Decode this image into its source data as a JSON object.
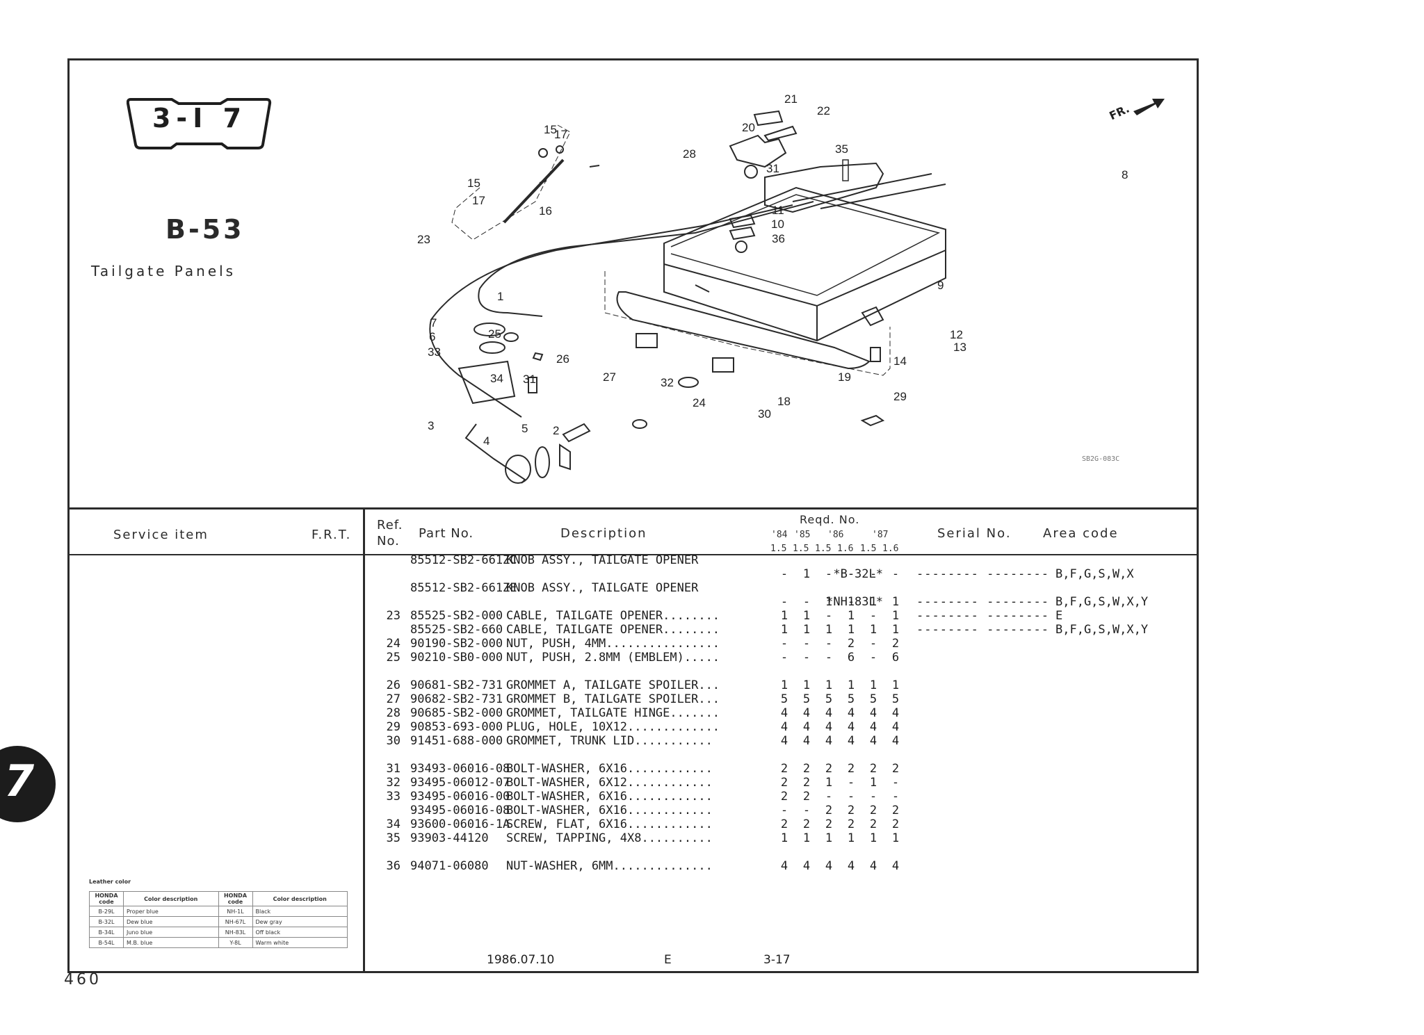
{
  "header": {
    "section_badge": "3-I 7",
    "group_code": "B-53",
    "group_title": "Tailgate Panels",
    "diagram_code": "SB2G-083C",
    "direction_label": "FR."
  },
  "diagram": {
    "callouts": [
      "1",
      "2",
      "3",
      "4",
      "5",
      "6",
      "7",
      "8",
      "9",
      "10",
      "11",
      "12",
      "13",
      "14",
      "15",
      "15",
      "16",
      "17",
      "17",
      "18",
      "19",
      "20",
      "21",
      "22",
      "23",
      "24",
      "25",
      "26",
      "27",
      "28",
      "29",
      "30",
      "31",
      "31",
      "32",
      "33",
      "34",
      "35",
      "36"
    ]
  },
  "table_header": {
    "service_item": "Service  item",
    "frt": "F.R.T.",
    "ref_no_1": "Ref.",
    "ref_no_2": "No.",
    "part_no": "Part No.",
    "description": "Description",
    "reqd_no": "Reqd. No.",
    "years": [
      "'84",
      "'85",
      "'86",
      "'87"
    ],
    "engines": [
      "1.5",
      "1.5",
      "1.5",
      "1.6",
      "1.5",
      "1.6"
    ],
    "serial_no": "Serial No.",
    "area_code": "Area code"
  },
  "rows": [
    {
      "ref": "",
      "part": "85512-SB2-661ZC",
      "desc": "KNOB ASSY., TAILGATE OPENER",
      "suffix": "",
      "qty": [
        "",
        "",
        "",
        "",
        "",
        ""
      ],
      "serial": "",
      "area": ""
    },
    {
      "ref": "",
      "part": "",
      "desc": "",
      "suffix": "*B-32L*",
      "qty": [
        "-",
        "1",
        "-",
        "-",
        "-",
        "-"
      ],
      "serial": "-------- --------",
      "area": "B,F,G,S,W,X"
    },
    {
      "ref": "",
      "part": "85512-SB2-661ZE",
      "desc": "KNOB ASSY., TAILGATE OPENER",
      "suffix": "",
      "qty": [
        "",
        "",
        "",
        "",
        "",
        ""
      ],
      "serial": "",
      "area": ""
    },
    {
      "ref": "",
      "part": "",
      "desc": "",
      "suffix": "*NH-83L*",
      "qty": [
        "-",
        "-",
        "1",
        "1",
        "1",
        "1"
      ],
      "serial": "-------- --------",
      "area": "B,F,G,S,W,X,Y"
    },
    {
      "ref": "23",
      "part": "85525-SB2-000",
      "desc": "CABLE, TAILGATE OPENER........",
      "suffix": "",
      "qty": [
        "1",
        "1",
        "-",
        "1",
        "-",
        "1"
      ],
      "serial": "-------- --------",
      "area": "E"
    },
    {
      "ref": "",
      "part": "85525-SB2-660",
      "desc": "CABLE, TAILGATE OPENER........",
      "suffix": "",
      "qty": [
        "1",
        "1",
        "1",
        "1",
        "1",
        "1"
      ],
      "serial": "-------- --------",
      "area": "B,F,G,S,W,X,Y"
    },
    {
      "ref": "24",
      "part": "90190-SB2-000",
      "desc": "NUT, PUSH, 4MM................",
      "suffix": "",
      "qty": [
        "-",
        "-",
        "-",
        "2",
        "-",
        "2"
      ],
      "serial": "",
      "area": ""
    },
    {
      "ref": "25",
      "part": "90210-SB0-000",
      "desc": "NUT, PUSH, 2.8MM (EMBLEM).....",
      "suffix": "",
      "qty": [
        "-",
        "-",
        "-",
        "6",
        "-",
        "6"
      ],
      "serial": "",
      "area": ""
    },
    {
      "ref": "26",
      "part": "90681-SB2-731",
      "desc": "GROMMET A, TAILGATE SPOILER...",
      "suffix": "",
      "qty": [
        "1",
        "1",
        "1",
        "1",
        "1",
        "1"
      ],
      "serial": "",
      "area": ""
    },
    {
      "ref": "27",
      "part": "90682-SB2-731",
      "desc": "GROMMET B, TAILGATE SPOILER...",
      "suffix": "",
      "qty": [
        "5",
        "5",
        "5",
        "5",
        "5",
        "5"
      ],
      "serial": "",
      "area": ""
    },
    {
      "ref": "28",
      "part": "90685-SB2-000",
      "desc": "GROMMET, TAILGATE HINGE.......",
      "suffix": "",
      "qty": [
        "4",
        "4",
        "4",
        "4",
        "4",
        "4"
      ],
      "serial": "",
      "area": ""
    },
    {
      "ref": "29",
      "part": "90853-693-000",
      "desc": "PLUG, HOLE, 10X12.............",
      "suffix": "",
      "qty": [
        "4",
        "4",
        "4",
        "4",
        "4",
        "4"
      ],
      "serial": "",
      "area": ""
    },
    {
      "ref": "30",
      "part": "91451-688-000",
      "desc": "GROMMET, TRUNK LID...........",
      "suffix": "",
      "qty": [
        "4",
        "4",
        "4",
        "4",
        "4",
        "4"
      ],
      "serial": "",
      "area": ""
    },
    {
      "ref": "31",
      "part": "93493-06016-08",
      "desc": "BOLT-WASHER, 6X16............",
      "suffix": "",
      "qty": [
        "2",
        "2",
        "2",
        "2",
        "2",
        "2"
      ],
      "serial": "",
      "area": ""
    },
    {
      "ref": "32",
      "part": "93495-06012-07",
      "desc": "BOLT-WASHER, 6X12............",
      "suffix": "",
      "qty": [
        "2",
        "2",
        "1",
        "-",
        "1",
        "-"
      ],
      "serial": "",
      "area": ""
    },
    {
      "ref": "33",
      "part": "93495-06016-00",
      "desc": "BOLT-WASHER, 6X16............",
      "suffix": "",
      "qty": [
        "2",
        "2",
        "-",
        "-",
        "-",
        "-"
      ],
      "serial": "",
      "area": ""
    },
    {
      "ref": "",
      "part": "93495-06016-08",
      "desc": "BOLT-WASHER, 6X16............",
      "suffix": "",
      "qty": [
        "-",
        "-",
        "2",
        "2",
        "2",
        "2"
      ],
      "serial": "",
      "area": ""
    },
    {
      "ref": "34",
      "part": "93600-06016-1A",
      "desc": "SCREW, FLAT, 6X16............",
      "suffix": "",
      "qty": [
        "2",
        "2",
        "2",
        "2",
        "2",
        "2"
      ],
      "serial": "",
      "area": ""
    },
    {
      "ref": "35",
      "part": "93903-44120",
      "desc": "SCREW, TAPPING, 4X8..........",
      "suffix": "",
      "qty": [
        "1",
        "1",
        "1",
        "1",
        "1",
        "1"
      ],
      "serial": "",
      "area": ""
    },
    {
      "ref": "36",
      "part": "94071-06080",
      "desc": "NUT-WASHER, 6MM..............",
      "suffix": "",
      "qty": [
        "4",
        "4",
        "4",
        "4",
        "4",
        "4"
      ],
      "serial": "",
      "area": ""
    }
  ],
  "leather_color": {
    "title": "Leather color",
    "headers": [
      "HONDA code",
      "Color description",
      "HONDA code",
      "Color description"
    ],
    "rows": [
      [
        "B-29L",
        "Proper blue",
        "NH-1L",
        "Black"
      ],
      [
        "B-32L",
        "Dew blue",
        "NH-67L",
        "Dew gray"
      ],
      [
        "B-34L",
        "Juno blue",
        "NH-83L",
        "Off black"
      ],
      [
        "B-54L",
        "M.B. blue",
        "Y-8L",
        "Warm white"
      ]
    ]
  },
  "footer": {
    "date": "1986.07.10",
    "edition": "E",
    "page_ref": "3-17"
  },
  "page_number": "460",
  "tab_marker": "7"
}
